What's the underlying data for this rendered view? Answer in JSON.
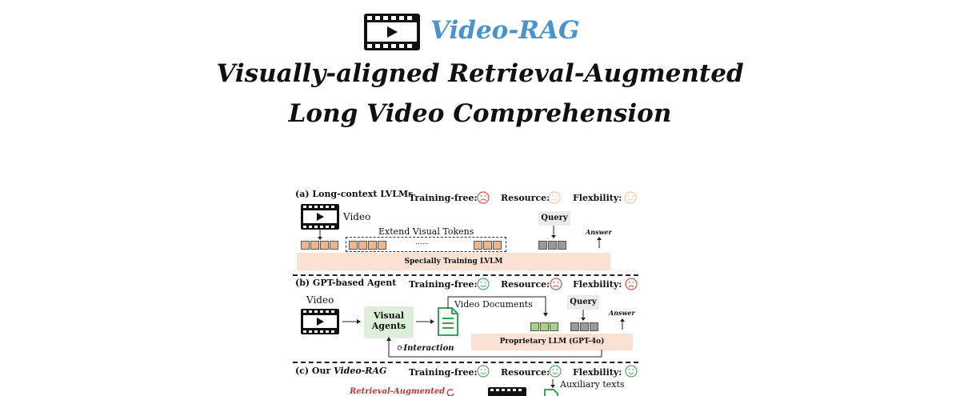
{
  "header": {
    "brand": "Video-RAG",
    "title_line1": "Visually-aligned Retrieval-Augmented",
    "title_line2": "Long Video Comprehension"
  },
  "diagram": {
    "panel_a": {
      "title": "(a) Long-context LVLMs",
      "training_free": "Training-free:",
      "resource": "Resource:",
      "flexibility": "Flexbility:",
      "video_label": "Video",
      "extend_label": "Extend Visual Tokens",
      "ellipsis": "......",
      "query": "Query",
      "answer": "Answer",
      "model": "Specially Training LVLM",
      "face_training": "sad",
      "face_resource": "neutral",
      "face_flexibility": "neutral"
    },
    "panel_b": {
      "title": "(b) GPT-based Agent",
      "training_free": "Training-free:",
      "resource": "Resource:",
      "flexibility": "Flexbility:",
      "video_label": "Video",
      "agents_line1": "Visual",
      "agents_line2": "Agents",
      "documents": "Video Documents",
      "query": "Query",
      "answer": "Answer",
      "model": "Proprietary LLM (GPT-4o)",
      "interaction": "Interaction",
      "face_training": "happy",
      "face_resource": "sad",
      "face_flexibility": "sad"
    },
    "panel_c": {
      "title_prefix": "(c) Our ",
      "title_name": "Video-RAG",
      "training_free": "Training-free:",
      "resource": "Resource:",
      "flexibility": "Flexbility:",
      "auxiliary": "Auxiliary texts",
      "retrieval": "Retrieval-Augmented",
      "face_training": "happy",
      "face_resource": "happy",
      "face_flexibility": "happy"
    },
    "colors": {
      "brand": "#4b93cc",
      "sad": "#d9534f",
      "happy": "#5aa86a",
      "neutral": "#f0c9a6",
      "visual_token": "#f2b488",
      "text_token": "#a6d08b",
      "query_token": "#9a9a9a",
      "model_band": "#fbe1d3",
      "agents_box": "#dcefd8",
      "retrieval_red": "#c0392b"
    }
  }
}
